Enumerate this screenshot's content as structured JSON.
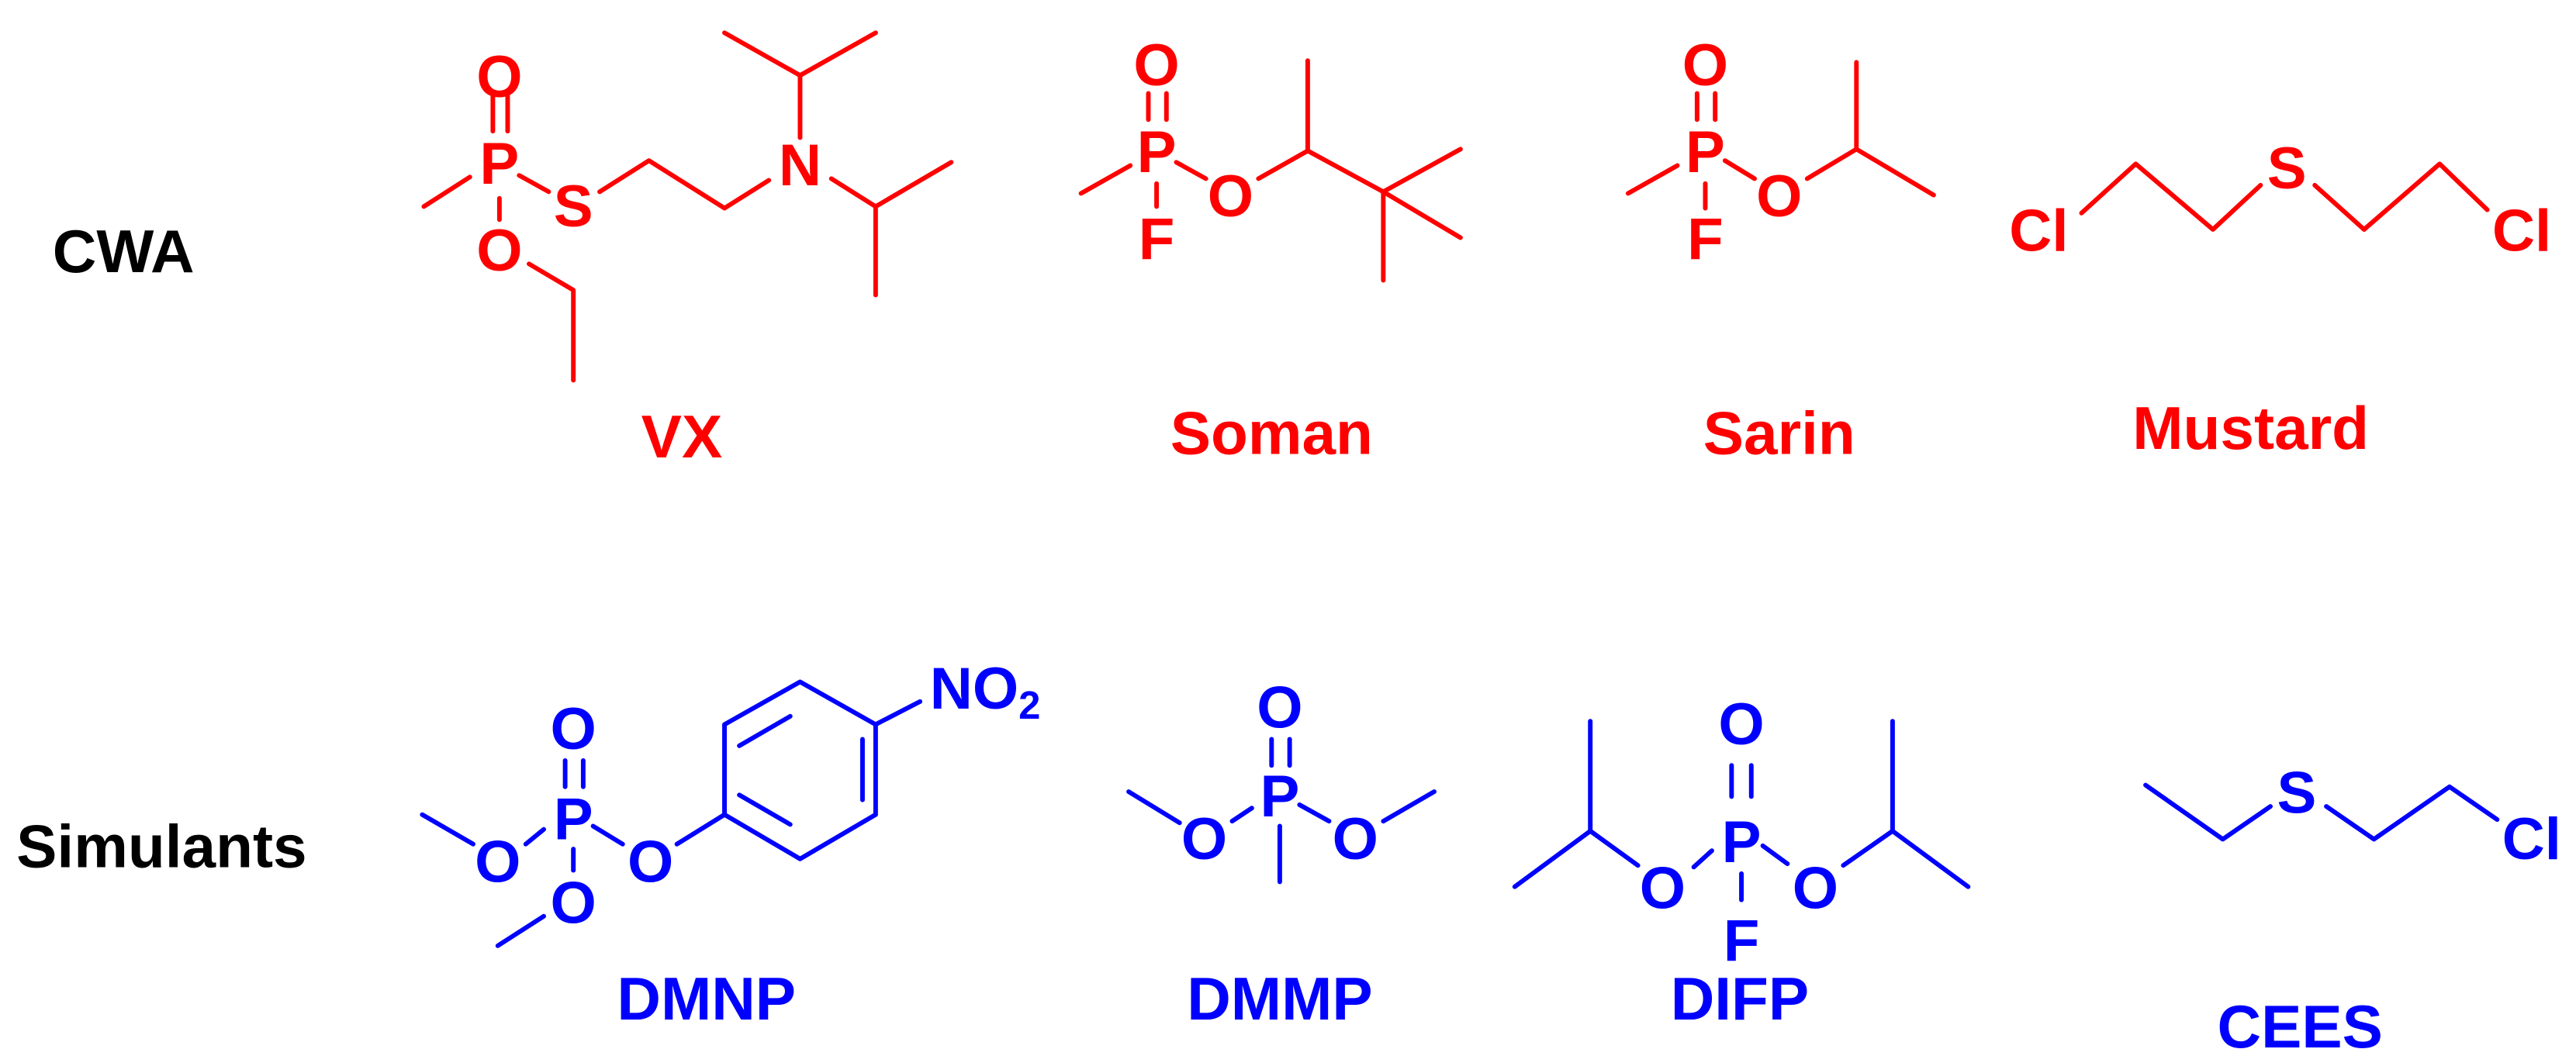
{
  "colors": {
    "cwa": "#ff0000",
    "simulants": "#0000ff",
    "background": "#ffffff"
  },
  "rows": {
    "cwa": {
      "label": "CWA",
      "compounds": [
        {
          "name": "VX",
          "atoms": {
            "O_double": "O",
            "P": "P",
            "S": "S",
            "N": "N",
            "O_ester": "O"
          }
        },
        {
          "name": "Soman",
          "atoms": {
            "O_double": "O",
            "P": "P",
            "F": "F",
            "O_ester": "O"
          }
        },
        {
          "name": "Sarin",
          "atoms": {
            "O_double": "O",
            "P": "P",
            "F": "F",
            "O_ester": "O"
          }
        },
        {
          "name": "Mustard",
          "atoms": {
            "Cl_left": "Cl",
            "S": "S",
            "Cl_right": "Cl"
          }
        }
      ]
    },
    "simulants": {
      "label": "Simulants",
      "compounds": [
        {
          "name": "DMNP",
          "atoms": {
            "O_double": "O",
            "P": "P",
            "O_left": "O",
            "O_right": "O",
            "O_bottom": "O",
            "nitro": "NO",
            "nitro_sub": "2"
          }
        },
        {
          "name": "DMMP",
          "atoms": {
            "O_double": "O",
            "P": "P",
            "O_left": "O",
            "O_right": "O"
          }
        },
        {
          "name": "DIFP",
          "atoms": {
            "O_double": "O",
            "P": "P",
            "O_left": "O",
            "O_right": "O",
            "F": "F"
          }
        },
        {
          "name": "CEES",
          "atoms": {
            "S": "S",
            "Cl": "Cl"
          }
        }
      ]
    }
  }
}
